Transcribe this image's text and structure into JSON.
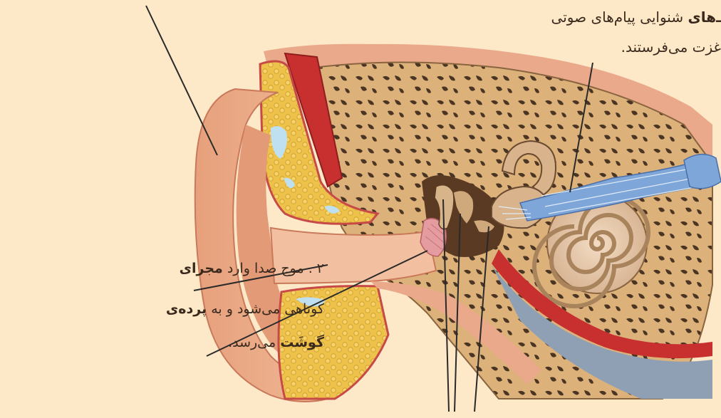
{
  "labels": {
    "top_right": {
      "line1_bold": "ـ‌های",
      "line1_rest": " شنوایی پیام‌های صوتی",
      "line2": "غزت می‌فرستند."
    },
    "left_caption": {
      "line1_plain": "۲ . موج صدا وارد ",
      "line1_bold": "مجرای",
      "line2_plain": "کوتاهی می‌شود و به ",
      "line2_bold": "پرده‌ی",
      "line3_bold": "گوشَت",
      "line3_plain": " می‌رسد."
    }
  },
  "colors": {
    "background": "#fde8c8",
    "skin": "#e9a27f",
    "bone": "#e0b87e",
    "nerve": "#7fa6d9",
    "muscle": "#c8302f",
    "fat": "#f0c64a",
    "leader_line": "#2a2a2a"
  }
}
